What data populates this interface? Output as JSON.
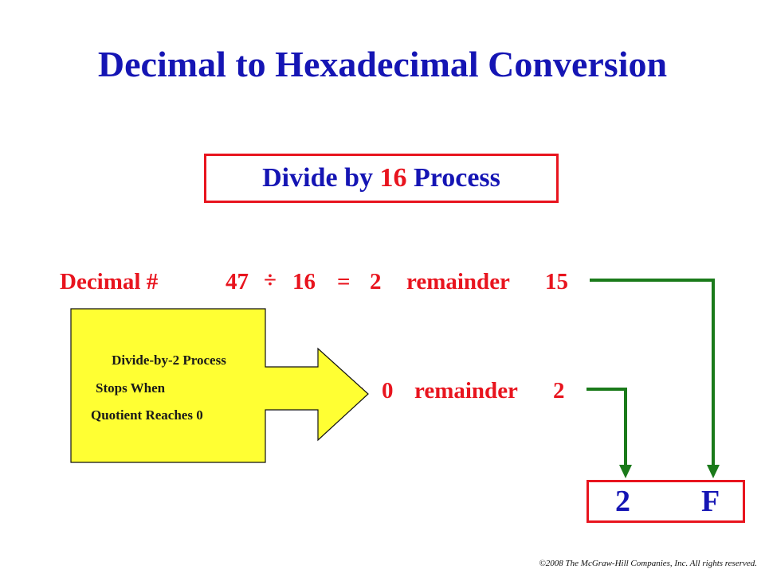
{
  "title": "Decimal to Hexadecimal Conversion",
  "process": {
    "prefix": "Divide by ",
    "highlight": "16",
    "suffix": " Process"
  },
  "row1": {
    "label": "Decimal #",
    "dividend": "47",
    "operator": "÷",
    "divisor": "16",
    "equals": "=",
    "quotient": "2",
    "remainder_word": "remainder",
    "remainder": "15"
  },
  "row2": {
    "equals": "=",
    "quotient": "0",
    "remainder_word": "remainder",
    "remainder": "2"
  },
  "callout": {
    "line1": "Divide-by-2 Process",
    "line2": "Stops When",
    "line3": "Quotient Reaches 0"
  },
  "result": {
    "digit1": "2",
    "digit2": "F"
  },
  "copyright": "©2008 The McGraw-Hill Companies, Inc. All rights reserved.",
  "colors": {
    "title": "#1515b4",
    "accent": "#e8141e",
    "callout_fill": "#ffff33",
    "arrow": "#1a7a1a"
  }
}
